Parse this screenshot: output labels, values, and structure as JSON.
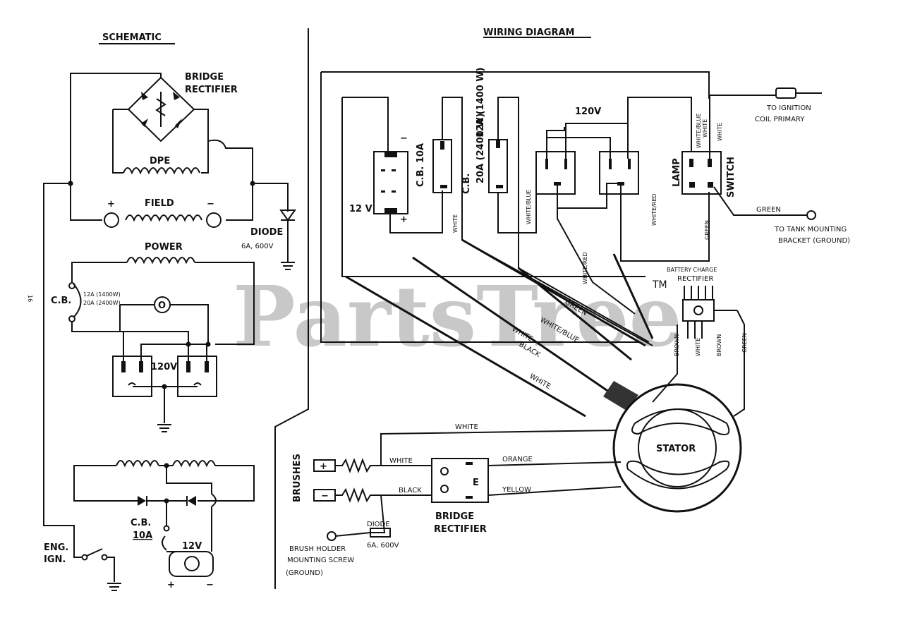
{
  "watermark": {
    "text": "PartsTree",
    "tm": "TM"
  },
  "schematic": {
    "title": "SCHEMATIC",
    "bridge_rectifier": "BRIDGE\nRECTIFIER",
    "bridge_line1": "BRIDGE",
    "bridge_line2": "RECTIFIER",
    "dpe": "DPE",
    "field": "FIELD",
    "plus": "+",
    "minus": "−",
    "diode": "DIODE",
    "diode_rating": "6A, 600V",
    "power": "POWER",
    "cb": "C.B.",
    "cb_rating_1": "12A (1400W)",
    "cb_rating_2": "20A (2400W)",
    "lamp": "O",
    "outlet_120": "120V",
    "cb_10a_1": "C.B.",
    "cb_10a_2": "10A",
    "outlet_12": "12V",
    "eng_ign_1": "ENG.",
    "eng_ign_2": "IGN.",
    "side_mark": "16"
  },
  "wiring": {
    "title": "WIRING DIAGRAM",
    "v12": "12 V",
    "cb10a": "C.B. 10A",
    "cb12a_1": "12A (1400 W)",
    "cb12a_2": "20A (2400 W)",
    "cb_label": "C.B.",
    "v120": "120V",
    "lamp": "LAMP",
    "switch": "SWITCH",
    "white_blue": "WHITE/BLUE",
    "white": "WHITE",
    "white_red": "WHITE/RED",
    "green": "GREEN",
    "to_ignition_1": "TO IGNITION",
    "to_ignition_2": "COIL PRIMARY",
    "tank_1": "TO TANK MOUNTING",
    "tank_2": "BRACKET (GROUND)",
    "battery_1": "BATTERY CHARGE",
    "battery_2": "RECTIFIER",
    "brown": "BROWN",
    "cable_green": "GREEN",
    "cable_white_blue": "WHITE/BLUE",
    "cable_white": "WHITE",
    "cable_black": "BLACK",
    "cable_white2": "WHITE",
    "stator": "STATOR",
    "brushes": "BRUSHES",
    "orange": "ORANGE",
    "yellow": "YELLOW",
    "black": "BLACK",
    "diode": "DIODE",
    "diode_rating": "6A, 600V",
    "bridge_1": "BRIDGE",
    "bridge_2": "RECTIFIER",
    "brush_holder_1": "BRUSH HOLDER",
    "brush_holder_2": "MOUNTING SCREW",
    "brush_holder_3": "(GROUND)",
    "e": "E",
    "plus": "+",
    "minus": "−"
  }
}
